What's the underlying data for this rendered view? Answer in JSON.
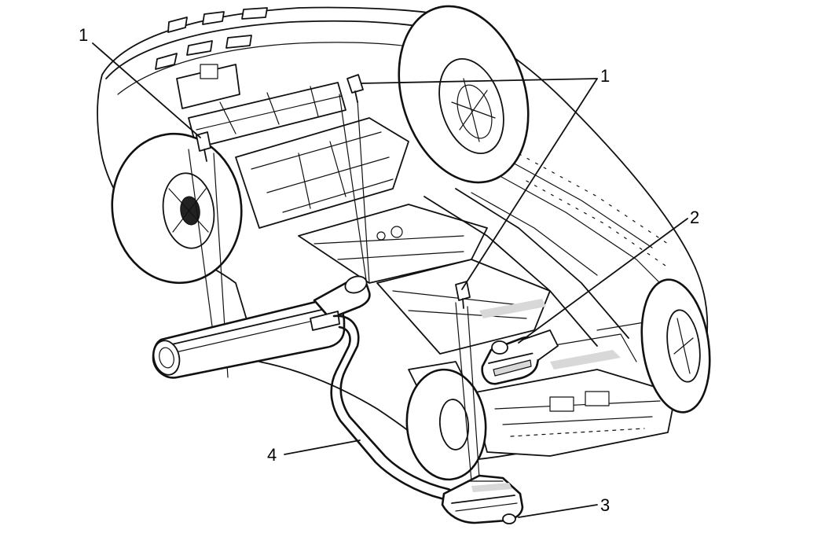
{
  "diagram": {
    "callouts": [
      {
        "id": "c1a",
        "label": "1"
      },
      {
        "id": "c1b",
        "label": "1"
      },
      {
        "id": "c2",
        "label": "2"
      },
      {
        "id": "c3",
        "label": "3"
      },
      {
        "id": "c4",
        "label": "4"
      }
    ],
    "colors": {
      "line": "#111111",
      "background": "#ffffff",
      "shade": "#d8d8d8"
    }
  }
}
